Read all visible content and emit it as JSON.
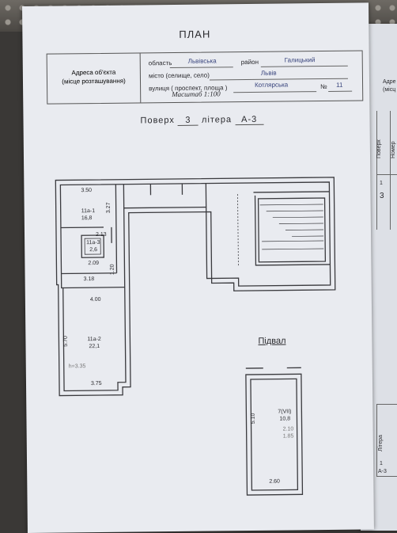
{
  "title": "ПЛАН",
  "address": {
    "label_line1": "Адреса об'єкта",
    "label_line2": "(місце розташування)",
    "oblast_label": "область",
    "oblast_value": "Львівська",
    "raion_label": "район",
    "raion_value": "Галицький",
    "misto_label": "місто (селище, село)",
    "misto_value": "Львів",
    "vulytsia_label": "вулиця ( проспект, площа )",
    "vulytsia_value": "Котлярська",
    "number_label": "№",
    "number_value": "11"
  },
  "scale": "Масштаб 1:100",
  "floor_line": {
    "floor_label": "Поверх",
    "floor_value": "3",
    "litera_label": "літера",
    "litera_value": "А-3"
  },
  "rooms": [
    {
      "code": "11а-1",
      "area": "16,8"
    },
    {
      "code": "11а-3",
      "area": "2,6"
    },
    {
      "code": "11а-2",
      "area": "22,1"
    }
  ],
  "dims": {
    "d350": "3.50",
    "d327": "3.27",
    "d213": "2.13",
    "d209": "2.09",
    "d120": "1.20",
    "d318": "3.18",
    "d400": "4.00",
    "d570": "5.70",
    "d375": "3.75",
    "h335": "h=3.35"
  },
  "basement": {
    "title": "Підвал",
    "room_code": "7(VII)",
    "room_area": "10,8",
    "h1": "2.10",
    "h2": "1.85",
    "d510": "5.10",
    "d260": "2.60"
  },
  "right_sheet": {
    "adr": "Адре",
    "misc": "(місц",
    "col1": "Поверх",
    "col2": "Номер",
    "r1": "1",
    "r2": "3",
    "b1": "Літера",
    "b2": "1",
    "b3": "А-3"
  }
}
